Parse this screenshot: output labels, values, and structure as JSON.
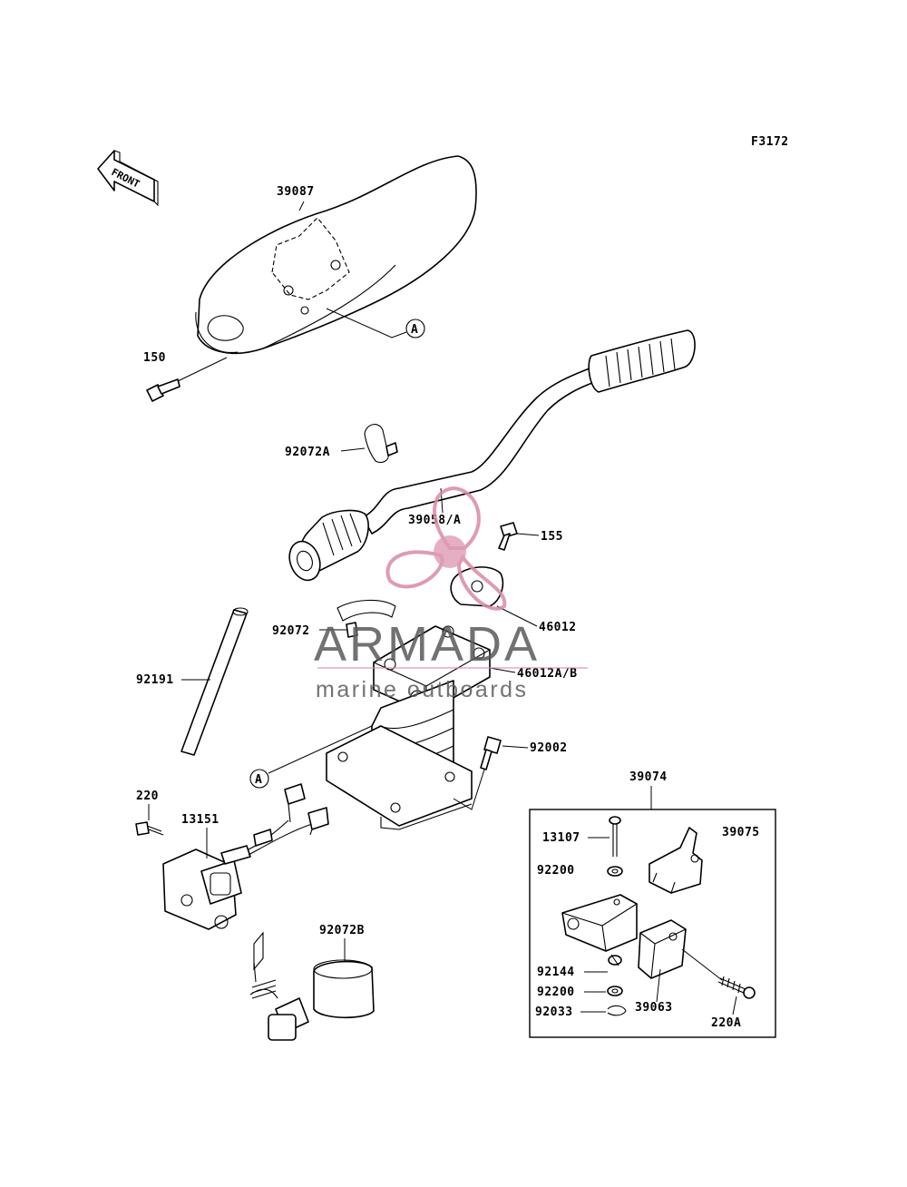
{
  "diagram_code": "F3172",
  "front_arrow_label": "FRONT",
  "callout_marker": "A",
  "watermark": {
    "brand": "ARMADA",
    "tagline": "marine outboards",
    "accent_color": "#d98aa8"
  },
  "parts": {
    "p39087": "39087",
    "p150": "150",
    "p92072A": "92072A",
    "p39058A": "39058/A",
    "p155": "155",
    "p46012": "46012",
    "p46012AB": "46012A/B",
    "p92072": "92072",
    "p92191": "92191",
    "p92002": "92002",
    "p220": "220",
    "p13151": "13151",
    "p92072B": "92072B",
    "p39074": "39074",
    "p13107": "13107",
    "p39075": "39075",
    "p92200a": "92200",
    "p92144": "92144",
    "p92200b": "92200",
    "p92033": "92033",
    "p39063": "39063",
    "p220A": "220A"
  }
}
